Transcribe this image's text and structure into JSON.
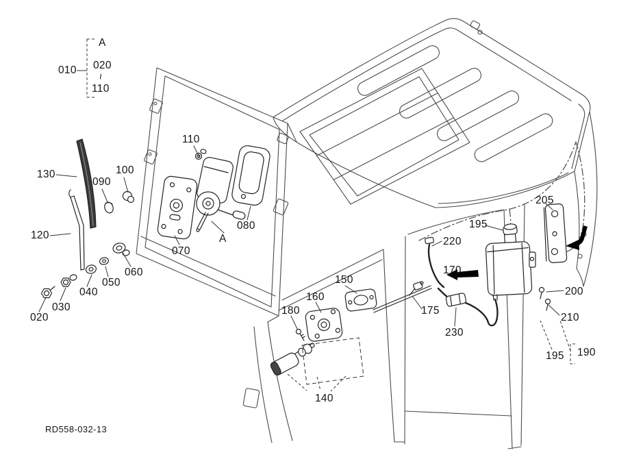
{
  "drawing_number": "RD558-032-13",
  "group_callout": {
    "letter": "A",
    "group_id": "010",
    "range_start": "020",
    "tilde": "~",
    "range_end": "110"
  },
  "labels": {
    "motor_110": "110",
    "blade_130": "130",
    "pivot_100": "100",
    "cap_090": "090",
    "arm_120": "120",
    "plate_070": "070",
    "cover_080": "080",
    "shaft_marker": "A",
    "grommet_060": "060",
    "washer_050": "050",
    "washer_040": "040",
    "nut_030": "030",
    "nut_020": "020",
    "gasket_150": "150",
    "plate_160": "160",
    "screw_180": "180",
    "assembly_140": "140",
    "nozzle_170": "170",
    "tube_175": "175",
    "connector_230": "230",
    "hose_220": "220",
    "tank_cap_195": "195",
    "bracket_205": "205",
    "screw_200": "200",
    "screw_210": "210",
    "clamp_195": "195",
    "group_190": "190"
  },
  "colors": {
    "line": "#4a4a4a",
    "part_line": "#222222",
    "arrow_fill": "#000000",
    "background": "#ffffff"
  }
}
